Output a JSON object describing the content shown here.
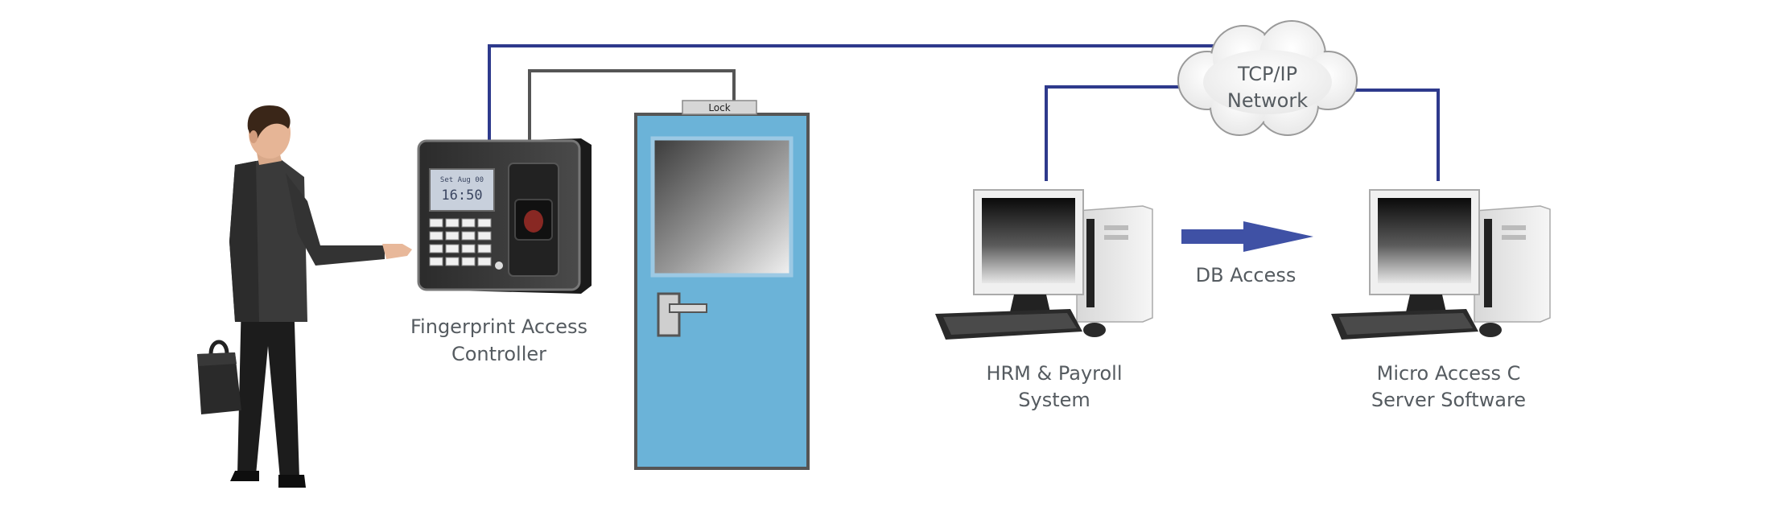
{
  "labels": {
    "lock": "Lock",
    "cloud_line1": "TCP/IP",
    "cloud_line2": "Network",
    "controller_line1": "Fingerprint Access",
    "controller_line2": "Controller",
    "db_access": "DB Access",
    "hrm_line1": "HRM & Payroll",
    "hrm_line2": "System",
    "server_line1": "Micro Access C",
    "server_line2": "Server Software"
  },
  "screen": {
    "line1": "Set Aug 00",
    "line2": "16:50"
  },
  "colors": {
    "network_line": "#2e3a8c",
    "lock_wire": "#555555",
    "door": "#6bb3d8",
    "arrow": "#3f51a5",
    "label_text": "#555b60"
  }
}
